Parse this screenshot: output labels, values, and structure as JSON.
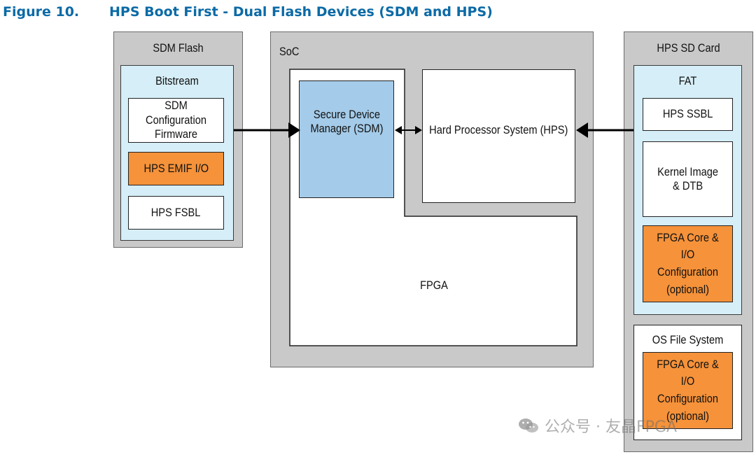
{
  "figure": {
    "number": "Figure 10.",
    "title": "HPS Boot First - Dual Flash Devices (SDM and HPS)"
  },
  "sdm_flash": {
    "title": "SDM Flash",
    "bitstream": {
      "title": "Bitstream",
      "items": [
        "SDM Configuration\nFirmware",
        "HPS EMIF I/O",
        "HPS FSBL"
      ]
    }
  },
  "soc": {
    "title": "SoC",
    "sdm": "Secure Device\nManager (SDM)",
    "hps": "Hard Processor System (HPS)",
    "fpga": "FPGA"
  },
  "hps_sd_card": {
    "title": "HPS SD Card",
    "fat": {
      "title": "FAT",
      "items": [
        "HPS SSBL",
        "Kernel Image\n& DTB",
        "FPGA Core & I/O\nConfiguration\n(optional)"
      ]
    },
    "os_fs": {
      "title": "OS File System",
      "items": [
        "FPGA Core & I/O\nConfiguration\n(optional)"
      ]
    }
  },
  "watermark": {
    "text": "公众号 · 友晶FPGA",
    "icon": "wechat-icon"
  },
  "colors": {
    "title_blue": "#0b6aa6",
    "panel_gray": "#c9c9c9",
    "cyan": "#d6eef7",
    "orange": "#f5923a",
    "sdm_blue": "#a4cbe9"
  }
}
